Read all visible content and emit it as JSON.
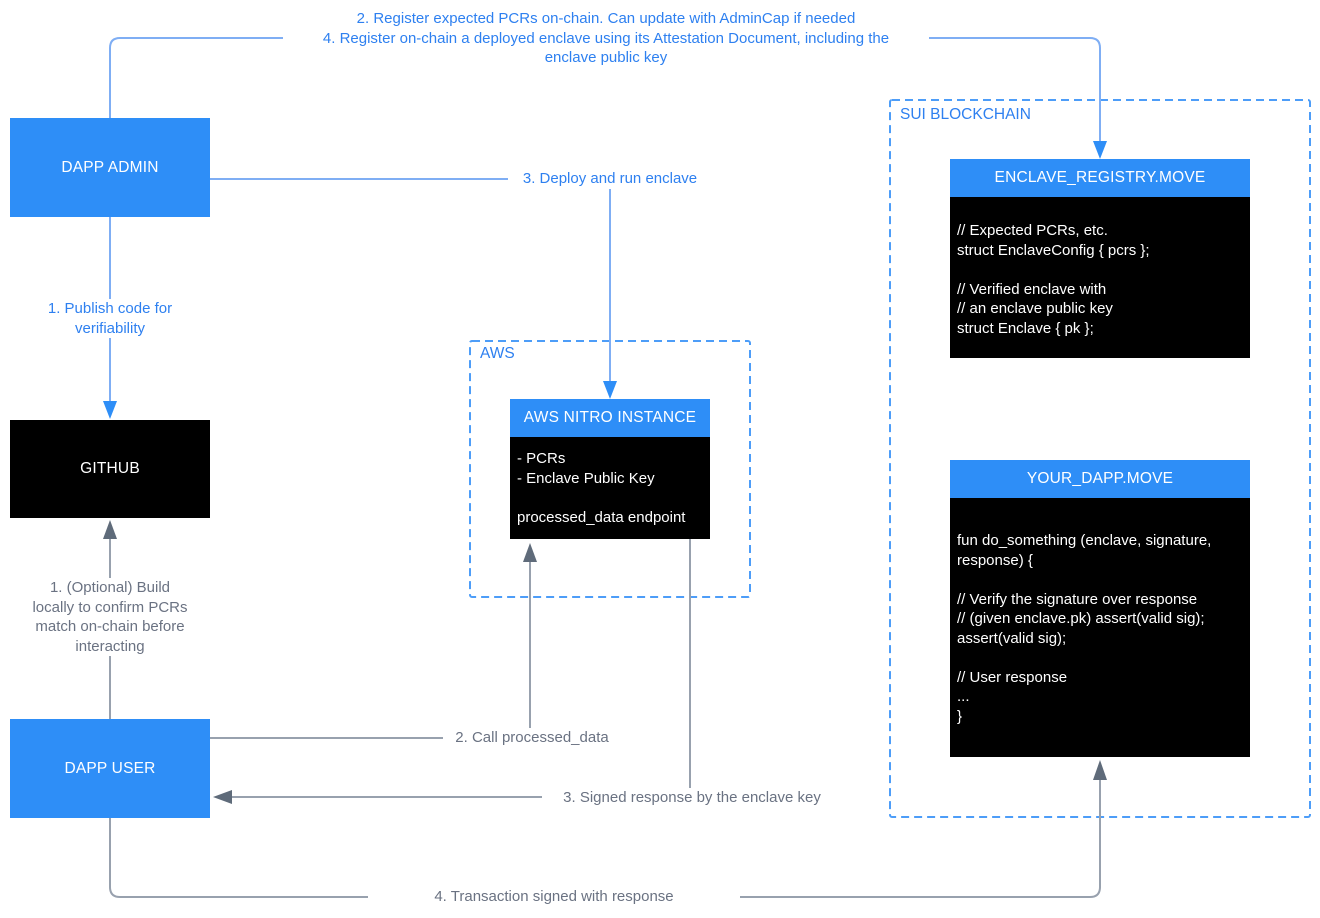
{
  "diagram_title": "Enclave attestation flow (DApp / AWS Nitro / Sui blockchain)",
  "colors": {
    "box_blue": "#2e8ef7",
    "box_black": "#000000",
    "line_blue": "#7faef4",
    "arrow_blue": "#2e8ef7",
    "dash_blue": "#4d9df8",
    "line_gray": "#98a1ae",
    "arrow_gray": "#5f6b7a",
    "text_blue": "#2e80f0",
    "text_gray": "#6a7282",
    "text_white": "#ffffff"
  },
  "nodes": {
    "dapp_admin": {
      "label": "DAPP ADMIN"
    },
    "github": {
      "label": "GITHUB"
    },
    "dapp_user": {
      "label": "DAPP USER"
    },
    "aws_group": {
      "label": "AWS"
    },
    "sui_group": {
      "label": "SUI BLOCKCHAIN"
    },
    "aws_nitro": {
      "title": "AWS NITRO INSTANCE",
      "lines": [
        "- PCRs",
        "- Enclave Public Key",
        "",
        "processed_data endpoint"
      ]
    },
    "enclave_registry": {
      "title": "ENCLAVE_REGISTRY.MOVE",
      "lines": [
        "// Expected PCRs, etc.",
        "struct EnclaveConfig { pcrs };",
        "",
        "// Verified enclave with",
        "// an enclave public key",
        "struct Enclave { pk };"
      ]
    },
    "your_dapp": {
      "title": "YOUR_DAPP.MOVE",
      "lines": [
        "fun do_something (enclave, signature,",
        "response) {",
        "",
        "// Verify the signature over response",
        "// (given enclave.pk) assert(valid sig);",
        "assert(valid sig);",
        "",
        "// User response",
        "...",
        "}"
      ]
    }
  },
  "labels": {
    "register_pcrs": "2. Register expected PCRs on-chain. Can update with AdminCap if needed\n4. Register on-chain a deployed enclave using its Attestation Document, including the\nenclave public key",
    "publish_code": "1. Publish code for\nverifiability",
    "deploy_run": "3. Deploy and run enclave",
    "optional_build": "1. (Optional) Build\nlocally to confirm PCRs\nmatch on-chain before\ninteracting",
    "call_processed": "2. Call processed_data",
    "signed_response": "3. Signed response by the enclave key",
    "tx_signed": "4. Transaction signed with response"
  }
}
